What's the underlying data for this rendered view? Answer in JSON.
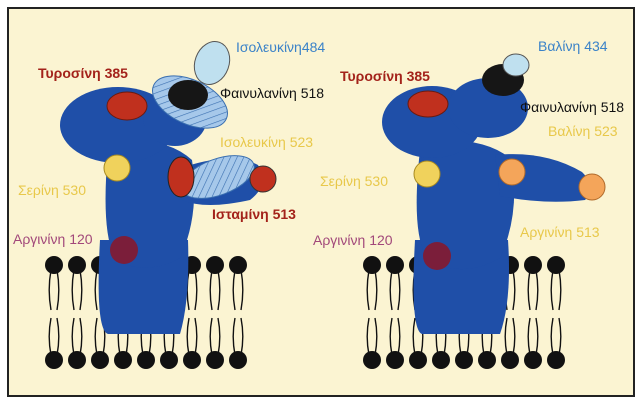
{
  "colors": {
    "page_bg": "#fbf4d2",
    "frame": "#222222",
    "protein": "#1f4fa8",
    "lipid_head": "#111111",
    "tyrosine_fill": "#c0301e",
    "phenylalanine_fill": "#161616",
    "isoleucine_fill": "#bfe0ef",
    "serine_fill": "#f0d25c",
    "arginine_fill": "#7b1e3a",
    "leucine_patch": "#a6c8ea",
    "valine_523_fill": "#f4a55a",
    "label_dark_red": "#a3221a",
    "label_blue": "#3a82c8",
    "label_yellow": "#e8c84a",
    "label_magenta": "#a2487a",
    "label_black": "#111111"
  },
  "left_protein": {
    "tyrosine_label": "Τυροσίνη 385",
    "isoleucine_484_label": "Ισολευκίνη484",
    "phenylalanine_label": "Φαινυλανίνη 518",
    "isoleucine_523_label": "Ισολευκίνη 523",
    "serine_label": "Σερίνη 530",
    "istamine_label": "Ισταμίνη 513",
    "arginine_label": "Αργινίνη 120"
  },
  "right_protein": {
    "tyrosine_label": "Τυροσίνη 385",
    "valine_434_label": "Βαλίνη 434",
    "phenylalanine_label": "Φαινυλανίνη 518",
    "valine_523_label": "Βαλίνη 523",
    "serine_label": "Σερίνη 530",
    "arginine_513_label": "Αργινίνη 513",
    "arginine_120_label": "Αργινίνη 120"
  }
}
